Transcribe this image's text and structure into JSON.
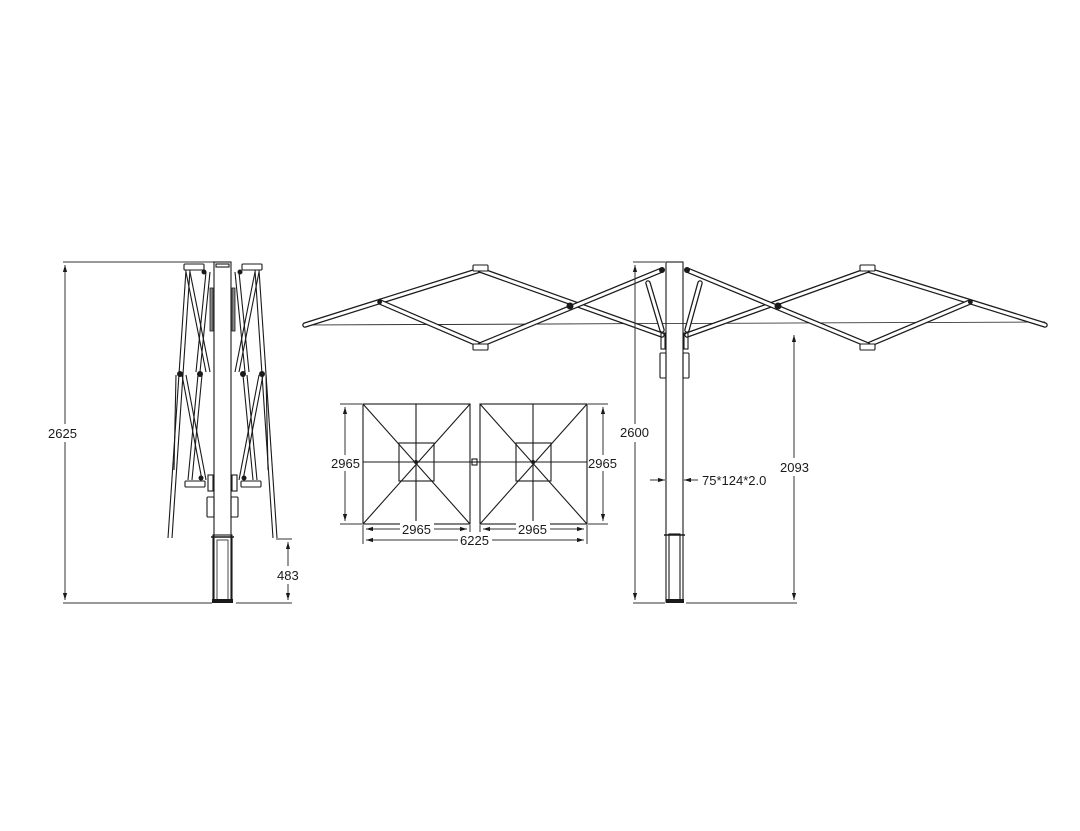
{
  "drawing": {
    "title": "Double cantilever parasol technical drawing",
    "units": "mm",
    "line_color": "#1a1a1a",
    "background": "#ffffff"
  },
  "folded_view": {
    "overall_height_label": "2625",
    "rib_clearance_label": "483"
  },
  "plan_view": {
    "left_canopy": {
      "height_label": "2965",
      "width_label": "2965"
    },
    "right_canopy": {
      "height_label": "2965",
      "width_label": "2965"
    },
    "total_width_label": "6225"
  },
  "open_view": {
    "overall_height_label": "2600",
    "clearance_height_label": "2093",
    "pole_section_label": "75*124*2.0"
  }
}
